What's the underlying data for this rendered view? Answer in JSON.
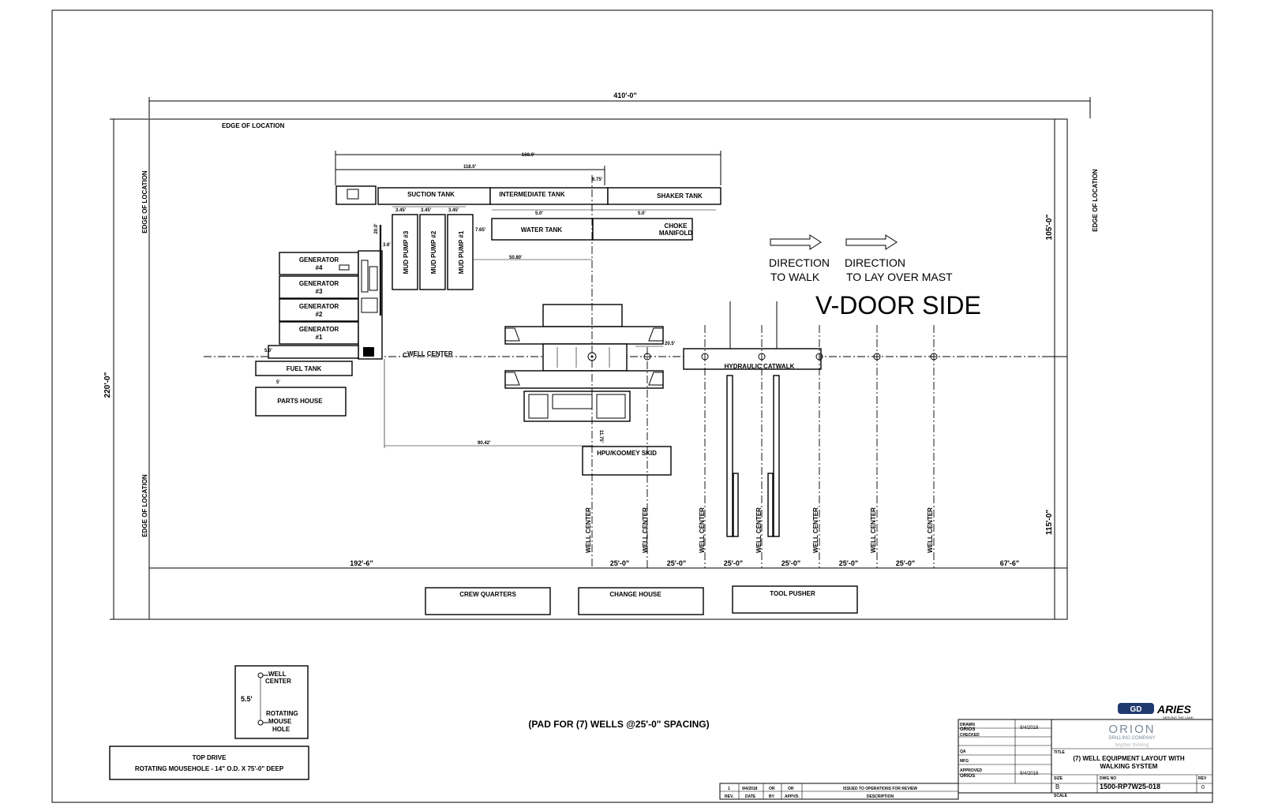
{
  "dims": {
    "overall_width": "410'-0\"",
    "overall_height": "220'-0\"",
    "right_upper": "105'-0\"",
    "right_lower": "115'-0\"",
    "dim_168": "168.0'",
    "dim_118": "118.0'",
    "dim_675": "6.75'",
    "dim_345": "3.45'",
    "dim_5a": "5.0'",
    "dim_5b": "5.0'",
    "dim_765": "7.65'",
    "dim_5080": "50.80'",
    "dim_2000": "20.0'",
    "dim_36": "3.6'",
    "dim_205": "20.5'",
    "dim_9042": "90.42'",
    "dim_1175": "11.75'",
    "dim_50": "5.0'",
    "dim_5": "5'",
    "bottom_left": "192'-6\"",
    "bottom_right": "67'-6\"",
    "spacing": "25'-0\""
  },
  "labels": {
    "edge_of_location": "EDGE OF LOCATION",
    "well_center": "WELL CENTER",
    "cl": "C",
    "direction_walk_1": "DIRECTION",
    "direction_walk_2": "TO WALK",
    "direction_mast_1": "DIRECTION",
    "direction_mast_2": "TO LAY OVER MAST",
    "vdoor": "V-DOOR SIDE",
    "pad_note": "(PAD FOR (7) WELLS @25'-0\" SPACING)"
  },
  "equipment": {
    "suction_tank": "SUCTION TANK",
    "intermediate_tank": "INTERMEDIATE TANK",
    "shaker_tank": "SHAKER TANK",
    "water_tank": "WATER TANK",
    "choke_manifold_1": "CHOKE",
    "choke_manifold_2": "MANIFOLD",
    "mud_pump_3": "MUD PUMP #3",
    "mud_pump_2": "MUD PUMP #2",
    "mud_pump_1": "MUD PUMP #1",
    "gen4_a": "GENERATOR",
    "gen4_b": "#4",
    "gen3_a": "GENERATOR",
    "gen3_b": "#3",
    "gen2_a": "GENERATOR",
    "gen2_b": "#2",
    "gen1_a": "GENERATOR",
    "gen1_b": "#1",
    "fuel_tank": "FUEL TANK",
    "parts_house": "PARTS HOUSE",
    "hydraulic_catwalk": "HYDRAULIC CATWALK",
    "hpu": "HPU/KOOMEY SKID",
    "crew_quarters": "CREW QUARTERS",
    "change_house": "CHANGE HOUSE",
    "tool_pusher": "TOOL PUSHER"
  },
  "legend": {
    "well": "WELL",
    "center": "CENTER",
    "spacing": "5.5'",
    "rotating": "ROTATING",
    "mouse": "MOUSE",
    "hole": "HOLE",
    "topdrive_title": "TOP DRIVE",
    "topdrive_desc": "ROTATING MOUSEHOLE - 14\" O.D. X 75'-0\" DEEP"
  },
  "title_block": {
    "logo_brand": "ARIES",
    "logo_sub": "SERVING THE LAND",
    "company": "ORION",
    "company_sub": "DRILLING COMPANY",
    "tagline": "brighter thinking",
    "drawn_label": "DRAWN",
    "drawn_name": "ORIOS",
    "drawn_date": "9/4/2018",
    "checked_label": "CHECKED",
    "qa_label": "QA",
    "mfg_label": "MFG",
    "approved_label": "APPROVED",
    "approved_name": "ORIOS",
    "approved_date": "9/4/2018",
    "title_label": "TITLE",
    "title_1": "(7)  WELL EQUIPMENT LAYOUT WITH",
    "title_2": "WALKING SYSTEM",
    "size_label": "SIZE",
    "size": "B",
    "dwg_label": "DWG NO",
    "dwg_no": "1500-RP7W25-018",
    "rev_label": "REV",
    "rev": "0",
    "scale_label": "SCALE",
    "rev_row": {
      "rev": "1",
      "date": "9/4/2018",
      "by": "OR",
      "appvd": "OR",
      "desc": "ISSUED TO OPERATIONS FOR REVIEW"
    },
    "rev_hdr": {
      "rev": "REV.",
      "date": "DATE",
      "by": "BY",
      "appvd": "APPVD.",
      "desc": "DESCRIPTION"
    }
  }
}
